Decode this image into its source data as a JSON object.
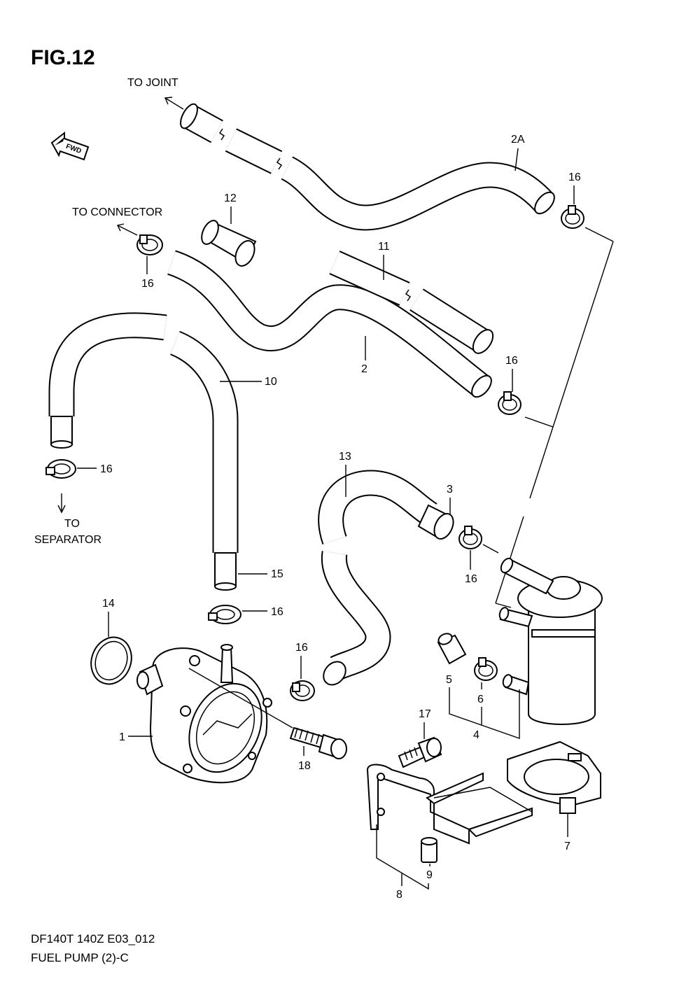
{
  "figure": {
    "title": "FIG.12"
  },
  "direction": {
    "fwd_badge": "FWD"
  },
  "callouts": {
    "to_joint": "TO JOINT",
    "to_connector": "TO CONNECTOR",
    "to": "TO",
    "separator": "SEPARATOR"
  },
  "parts": {
    "p1": "1",
    "p2": "2",
    "p2a": "2A",
    "p3": "3",
    "p4": "4",
    "p5": "5",
    "p6": "6",
    "p7": "7",
    "p8": "8",
    "p9": "9",
    "p10": "10",
    "p11": "11",
    "p12": "12",
    "p13": "13",
    "p14": "14",
    "p15": "15",
    "p16": "16",
    "p17": "17",
    "p18": "18"
  },
  "footer": {
    "model_code": "DF140T 140Z E03_012",
    "page_title": "FUEL PUMP (2)-C"
  }
}
